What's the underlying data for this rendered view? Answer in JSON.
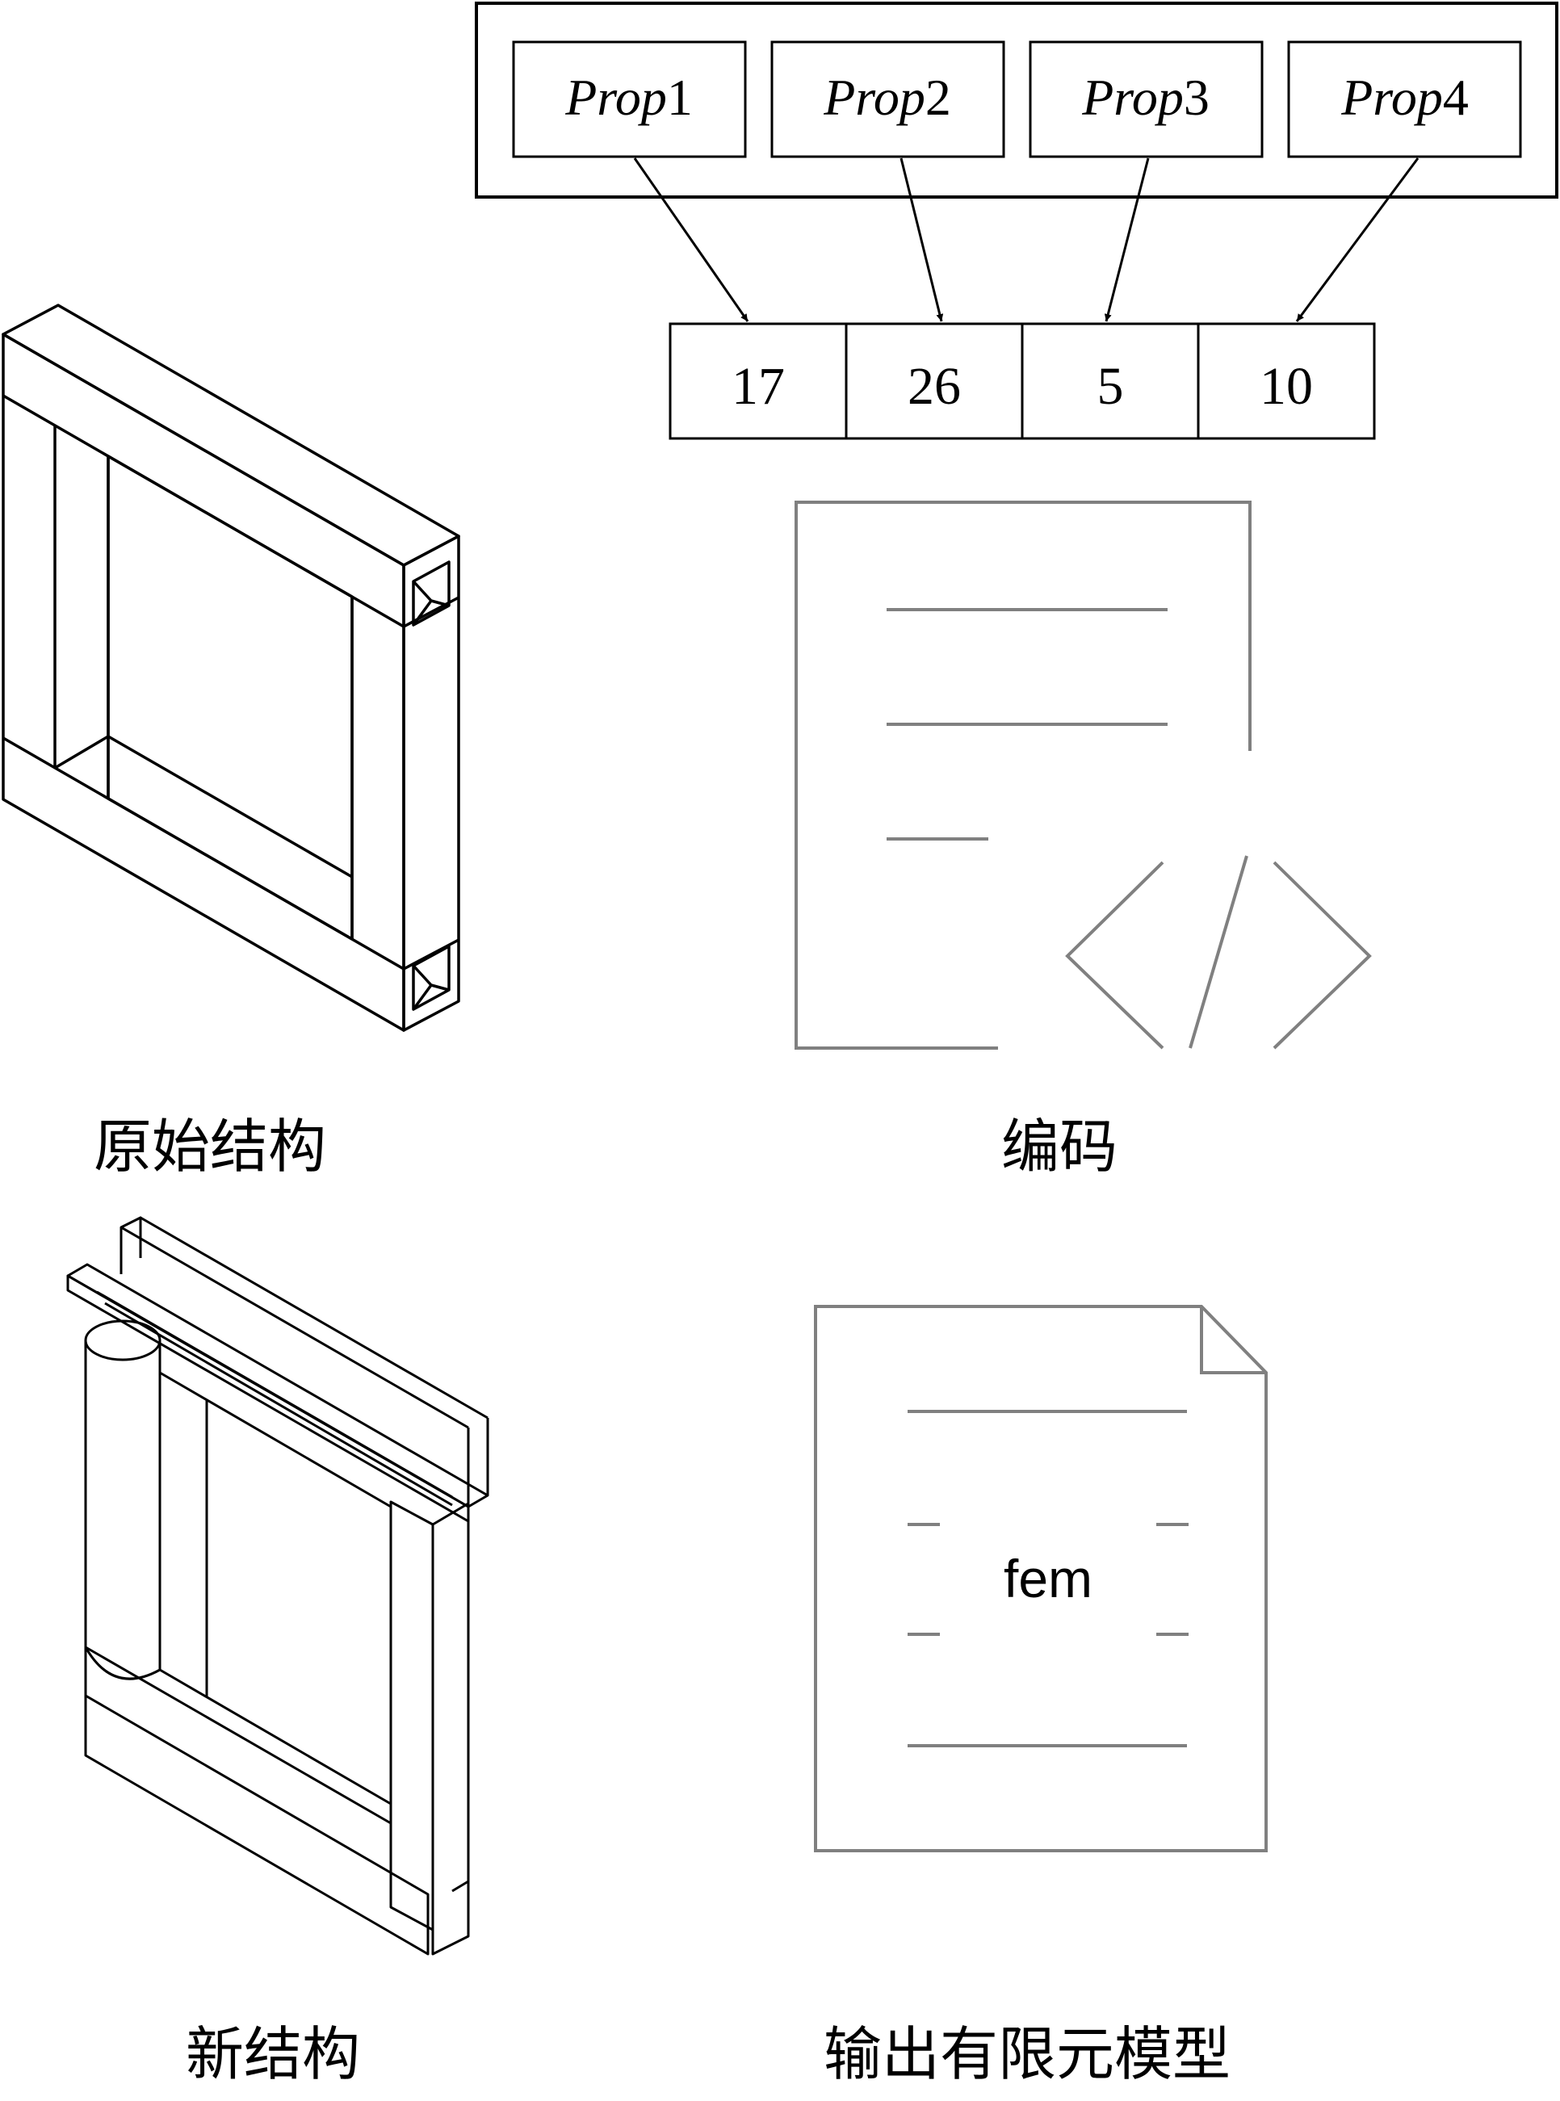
{
  "properties": [
    {
      "label": "Prop",
      "index": "1"
    },
    {
      "label": "Prop",
      "index": "2"
    },
    {
      "label": "Prop",
      "index": "3"
    },
    {
      "label": "Prop",
      "index": "4"
    }
  ],
  "encoded_values": [
    "17",
    "26",
    "5",
    "10"
  ],
  "captions": {
    "original_structure": "原始结构",
    "encoding": "编码",
    "new_structure": "新结构",
    "output_fem_model": "输出有限元模型"
  },
  "fem_file_label": "fem",
  "colors": {
    "stroke": "#000000",
    "document_stroke": "#808080"
  }
}
